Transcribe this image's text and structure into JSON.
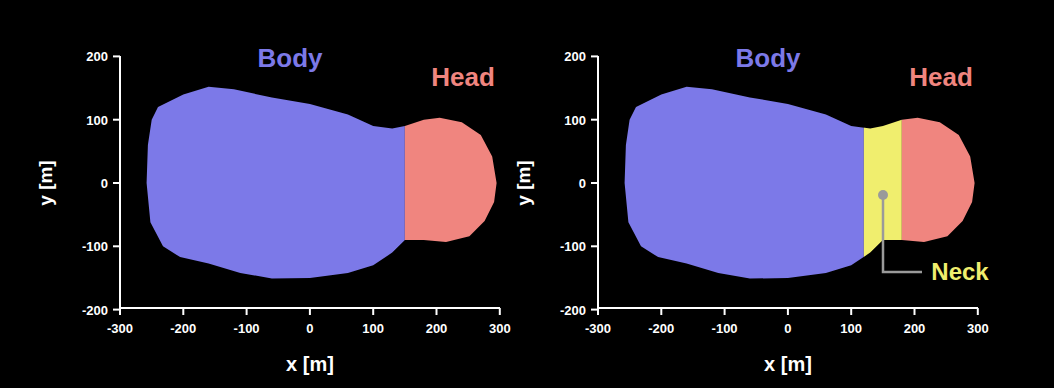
{
  "diagram": {
    "labels": [
      "Body",
      "Head",
      "200",
      "100",
      "0",
      "-100",
      "-200",
      "y [m]",
      "-300",
      "-200",
      "-100",
      "0",
      "100",
      "200",
      "300",
      "x [m]",
      "Body",
      "Head",
      "200",
      "100",
      "0",
      "-100",
      "-200",
      "y [m]",
      "-300",
      "-200",
      "-100",
      "0",
      "100",
      "200",
      "300",
      "x [m]",
      "Neck"
    ]
  }
}
